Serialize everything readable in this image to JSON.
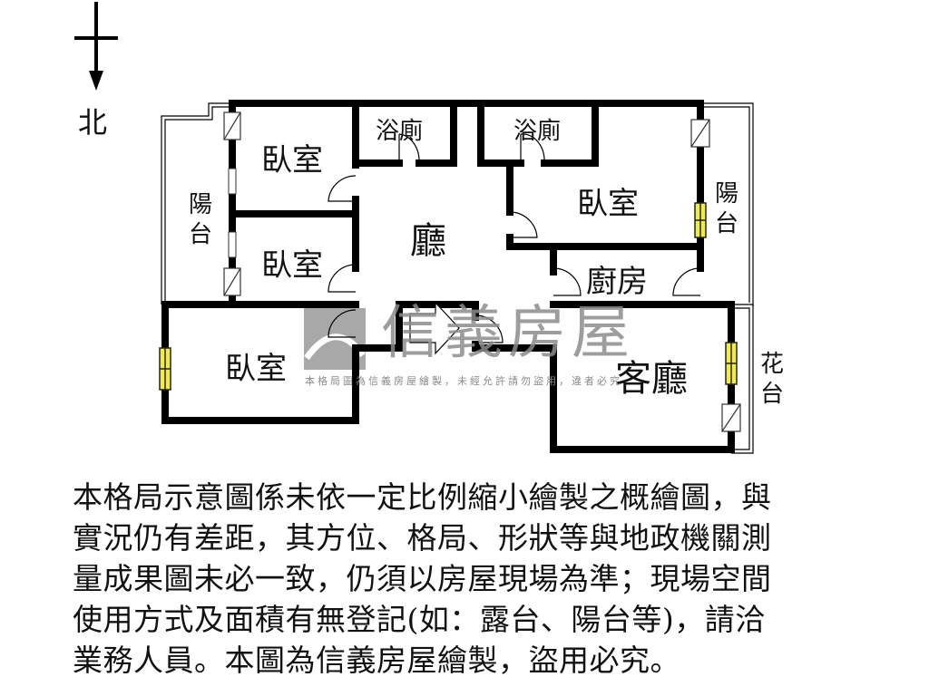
{
  "compass": {
    "direction_label": "北",
    "icon": "north-arrow-icon"
  },
  "rooms": {
    "bedroom_nw": "臥室",
    "bedroom_w": "臥室",
    "bedroom_sw": "臥室",
    "bedroom_ne": "臥室",
    "bath_1": "浴廁",
    "bath_2": "浴廁",
    "hall": "廳",
    "kitchen": "廚房",
    "living_room": "客廳",
    "balcony_west": "陽台",
    "balcony_east": "陽台",
    "planter": "花台"
  },
  "watermark": {
    "brand": "信義房屋",
    "notice": "本格局圖為信義房屋繪製，未經允許請勿盜用，違者必究"
  },
  "disclaimer": {
    "lines": [
      "本格局示意圖係未依一定比例縮小繪製之概繪圖，與",
      "實況仍有差距，其方位、格局、形狀等與地政機關測",
      "量成果圖未必一致，仍須以房屋現場為準；現場空間",
      "使用方式及面積有無登記(如：露台、陽台等)，請洽",
      "業務人員。本圖為信義房屋繪製，盜用必究。"
    ]
  },
  "colors": {
    "wall": "#000000",
    "window_glass": "#f2ec3a",
    "watermark_gray": "#8c8c8c",
    "background": "#ffffff"
  }
}
